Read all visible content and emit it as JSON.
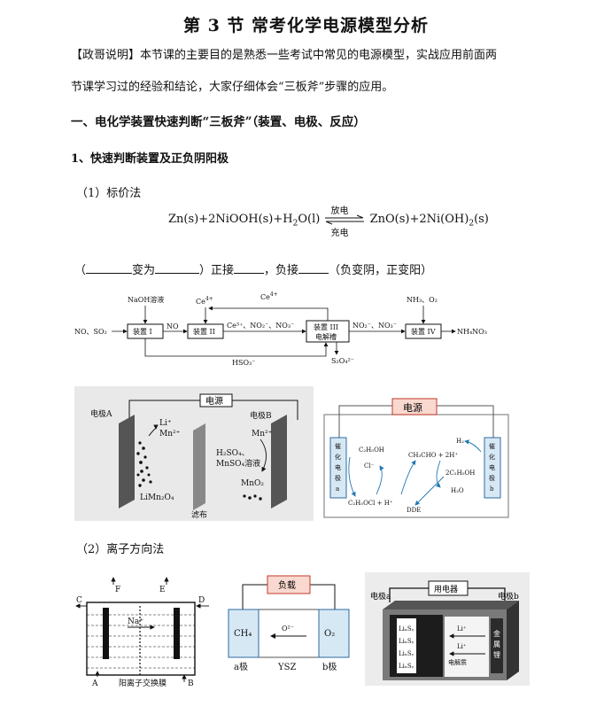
{
  "title": "第 3 节 常考化学电源模型分析",
  "intro": {
    "bracket": "【政哥说明】",
    "line1": "本节课的主要目的是熟悉一些考试中常见的电源模型，实战应用前面两",
    "line2": "节课学习过的经验和结论，大家仔细体会“三板斧”步骤的应用。"
  },
  "section1": "一、电化学装置快速判断“三板斧”（装置、电极、反应）",
  "sub1": "1、快速判断装置及正负阴阳极",
  "method1": "（1）标价法",
  "equation": {
    "left": "Zn(s)+2NiOOH(s)+H",
    "left_sub": "2",
    "left_tail": "O(l)",
    "top": "放电",
    "bottom": "充电",
    "right": "ZnO(s)+2Ni(OH)",
    "right_sub": "2",
    "right_tail": "(s)"
  },
  "fill": {
    "p1": "（",
    "p2": "变为",
    "p3": "）正接",
    "p4": "，负接",
    "p5": "（负变阴，正变阳）"
  },
  "flow": {
    "naoh": "NaOH溶液",
    "ce4a": "Ce",
    "ce4b": "Ce",
    "nh3o2": "NH₃、O₂",
    "inlet": "NO、SO₂",
    "dev1": "装置 I",
    "no": "NO",
    "dev2": "装置 II",
    "mid": "Ce³⁺、NO₂⁻、NO₃⁻",
    "dev3a": "装置 III",
    "dev3b": "电解槽",
    "right_in": "NO₂⁻、NO₃⁻",
    "dev4": "装置 IV",
    "outlet": "NH₄NO₃",
    "hso3": "HSO₃⁻",
    "s2o4": "S₂O₄²⁻"
  },
  "cellA": {
    "power": "电源",
    "electrodeA": "电极A",
    "electrodeB": "电极B",
    "ions": "Li⁺",
    "mn": "Mn²⁺",
    "mn2": "Mn²⁺",
    "sol1": "H₂SO₄、",
    "sol2": "MnSO₄溶液",
    "mno2": "MnO₂",
    "limn": "LiMn₂O₄",
    "filter": "滤布"
  },
  "cellB": {
    "power": "电源",
    "left_el": [
      "催",
      "化",
      "电",
      "极",
      "a"
    ],
    "right_el": [
      "催",
      "化",
      "电",
      "极",
      "b"
    ],
    "c2h5oh": "C₂H₅OH",
    "cl": "Cl⁻",
    "c2h5ocl": "C₂H₅OCl + H⁺",
    "ch3cho": "CH₃CHO + 2H⁺",
    "h2": "H₂",
    "two_c2h5oh": "2C₂H₅OH",
    "h2o": "H₂O",
    "dde": "DDE"
  },
  "method2": "（2）离子方向法",
  "cellC": {
    "c": "C",
    "d": "D",
    "f": "F",
    "e": "E",
    "a": "A",
    "b": "B",
    "na": "Na⁺",
    "membrane": "阳离子交换膜"
  },
  "cellD": {
    "load": "负载",
    "ch4": "CH₄",
    "o2": "O₂",
    "o2ion": "O²⁻",
    "a": "a极",
    "ysz": "YSZ",
    "b": "b极"
  },
  "cellE": {
    "user": "用电器",
    "ea": "电极a",
    "eb": "电极b",
    "lixs": "LiₓSᵧ",
    "li": "Li⁺",
    "elec": "电解质",
    "metal": [
      "金",
      "属",
      "锂"
    ]
  },
  "colors": {
    "pink_fill": "#f9d9cf",
    "pink_border": "#c0392b",
    "blue_fill": "#d7e8f5",
    "blue_border": "#2c6aa0",
    "arrow_blue": "#1f77b4"
  }
}
